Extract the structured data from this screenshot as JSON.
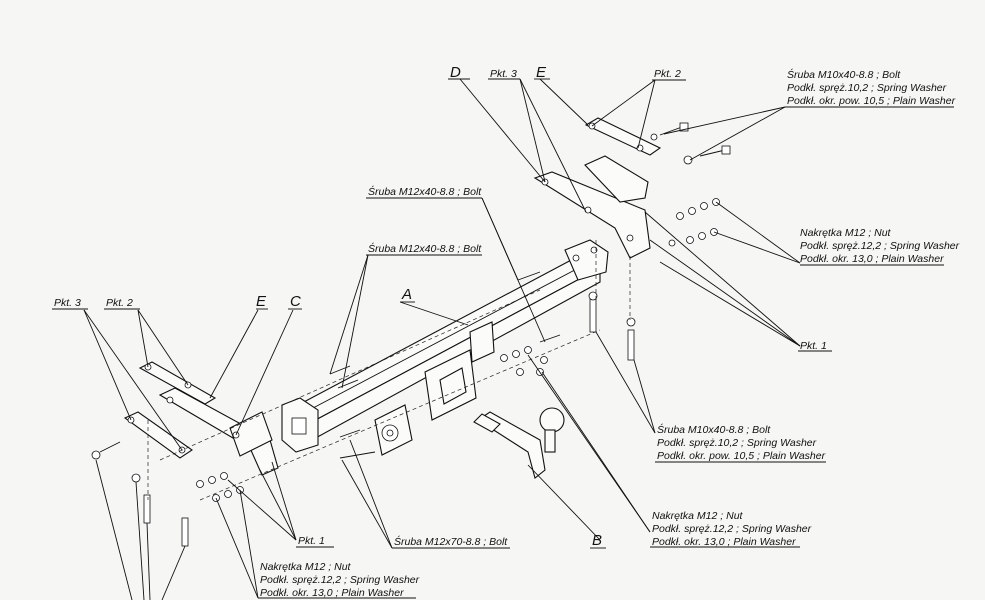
{
  "parts": {
    "A": "A",
    "B": "B",
    "C": "C",
    "D": "D",
    "E_left": "E",
    "E_right": "E"
  },
  "points": {
    "pkt1_left": "Pkt. 1",
    "pkt1_right": "Pkt. 1",
    "pkt2_left": "Pkt. 2",
    "pkt2_right": "Pkt. 2",
    "pkt3_left": "Pkt. 3",
    "pkt3_right": "Pkt. 3"
  },
  "callouts": {
    "bolt_m10_top": [
      "Śruba M10x40-8.8 ;  Bolt",
      "Podkł. spręż.10,2 ; Spring Washer",
      "Podkł. okr. pow. 10,5 ; Plain Washer"
    ],
    "nut_m12_right": [
      "Nakrętka  M12 ; Nut",
      "Podkł. spręż.12,2 ; Spring Washer",
      "Podkł. okr. 13,0 ; Plain Washer"
    ],
    "bolt_m12_a": "Śruba M12x40-8.8 ;  Bolt",
    "bolt_m12_b": "Śruba M12x40-8.8 ;  Bolt",
    "bolt_m10_mid": [
      "Śruba M10x40-8.8 ;  Bolt",
      "Podkł. spręż.10,2 ; Spring Washer",
      "Podkł. okr. pow. 10,5 ; Plain Washer"
    ],
    "nut_m12_mid": [
      "Nakrętka  M12 ; Nut",
      "Podkł. spręż.12,2 ; Spring Washer",
      "Podkł. okr. 13,0 ; Plain Washer"
    ],
    "bolt_m12x70": "Śruba M12x70-8.8 ;  Bolt",
    "nut_m12_left": [
      "Nakrętka  M12 ; Nut",
      "Podkł. spręż.12,2 ; Spring Washer",
      "Podkł. okr. 13,0 ; Plain Washer"
    ]
  }
}
